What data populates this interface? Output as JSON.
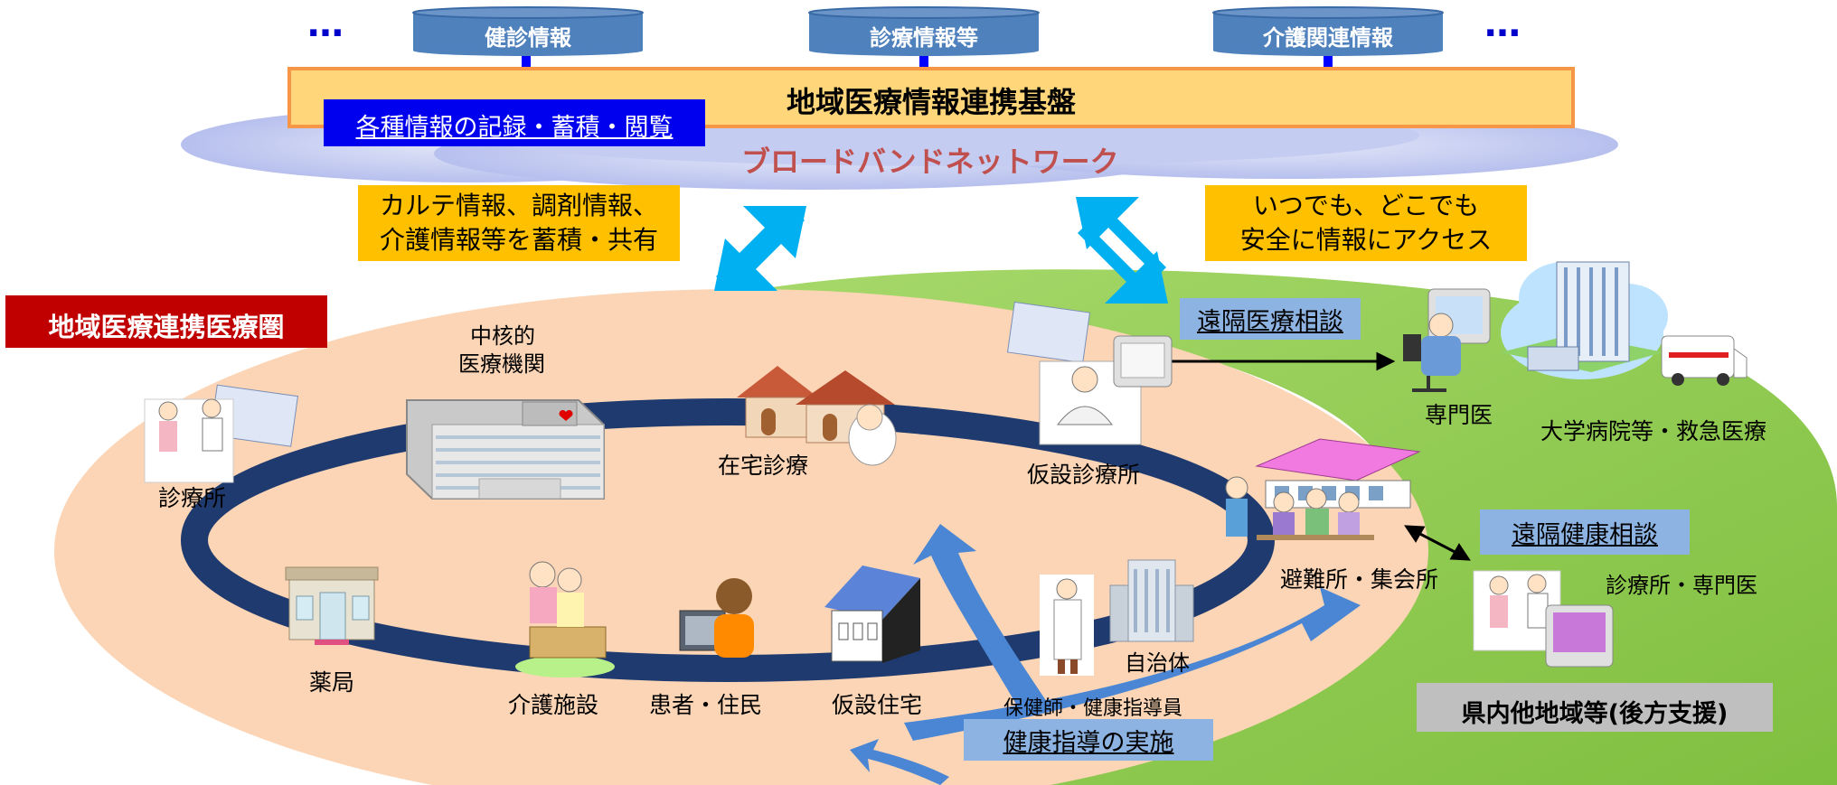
{
  "top": {
    "databases": [
      "健診情報",
      "診療情報等",
      "介護関連情報"
    ],
    "ellipsis_left": "…",
    "ellipsis_right": "…",
    "platform_title": "地域医療情報連携基盤",
    "records_label": "各種情報の記録・蓄積・閲覧",
    "network_label": "ブロードバンドネットワーク"
  },
  "callouts": {
    "left_line1": "カルテ情報、調剤情報、",
    "left_line2": "介護情報等を蓄積・共有",
    "right_line1": "いつでも、どこでも",
    "right_line2": "安全に情報にアクセス"
  },
  "region": {
    "title": "地域医療連携医療圏",
    "core_hospital_line1": "中核的",
    "core_hospital_line2": "医療機関",
    "home_care": "在宅診療",
    "temp_clinic": "仮設診療所",
    "clinic": "診療所",
    "pharmacy": "薬局",
    "care_facility": "介護施設",
    "patients": "患者・住民",
    "temp_housing": "仮設住宅",
    "municipality": "自治体",
    "health_nurse": "保健師・健康指導員",
    "shelter": "避難所・集会所",
    "health_guidance": "健康指導の実施"
  },
  "remote": {
    "remote_medical": "遠隔医療相談",
    "specialist": "専門医",
    "university_hospital": "大学病院等・救急医療",
    "remote_health": "遠隔健康相談",
    "clinic_specialist": "診療所・専門医",
    "backup_support": "県内他地域等(後方支援)"
  },
  "colors": {
    "platform_fill": "#ffd77a",
    "platform_border": "#f79646",
    "db_fill": "#4f81bd",
    "records_fill": "#0000ee",
    "region_title_fill": "#c00000",
    "loop": "#1f3a6e",
    "peach": "#fbd5b5",
    "green": "#8fc94f",
    "arrow_cyan": "#00b0f0",
    "label_blue": "#8db3e2"
  }
}
